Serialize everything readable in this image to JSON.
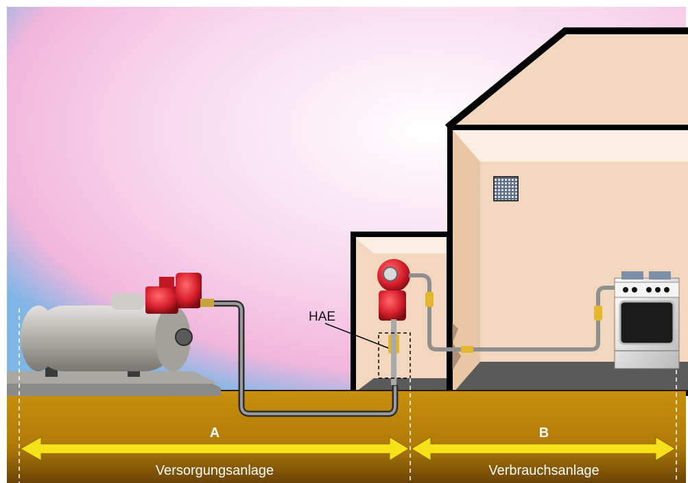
{
  "labels": {
    "hae": "HAE",
    "section_a": "A",
    "section_b": "B",
    "zone_supply": "Versorgungsanlage",
    "zone_consumer": "Verbrauchsanlage"
  },
  "colors": {
    "sky_left": "#7fb6e6",
    "sky_pink": "#f4bfe0",
    "ground": "#c8900c",
    "arrow": "#f7e21a",
    "wall": "#f2d6bd",
    "regulator": "#d8202e",
    "tank": "#b3b0ab"
  },
  "icons": [
    "tank-icon",
    "regulator-icon",
    "stove-icon",
    "vent-icon",
    "arrow-icon"
  ]
}
